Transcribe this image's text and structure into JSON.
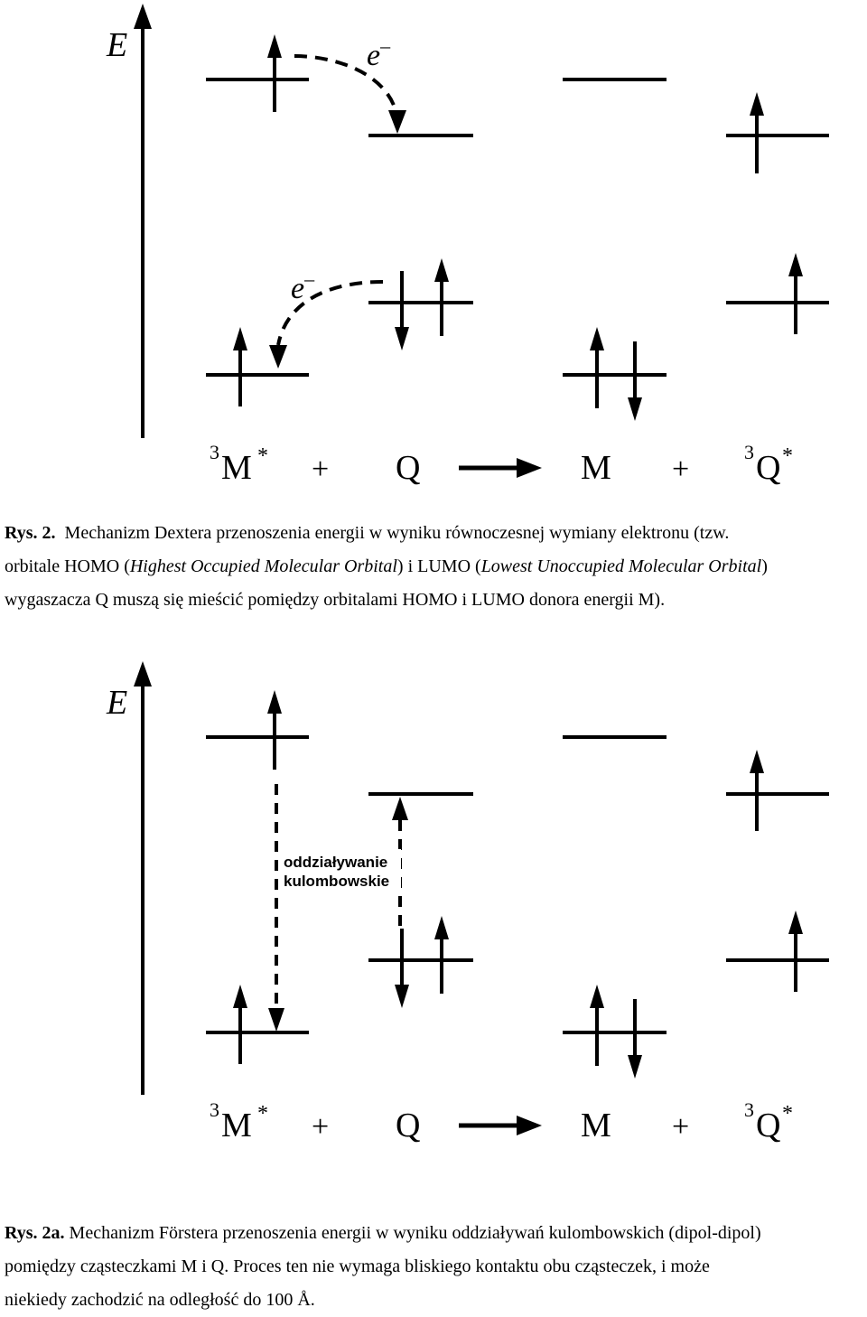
{
  "figure1": {
    "axis_label": "E",
    "electron_label_top": "e",
    "electron_label_bottom": "e",
    "electron_sup": "–",
    "equation": {
      "m_sup": "3",
      "m": "M",
      "m_star": "*",
      "plus1": "+",
      "q": "Q",
      "m2": "M",
      "plus2": "+",
      "q_sup": "3",
      "q2": "Q",
      "q_star": "*"
    }
  },
  "caption1": {
    "label": "Rys.  2.",
    "line1": "Mechanizm Dextera przenoszenia energii w wyniku równoczesnej wymiany elektronu (tzw.",
    "line2_a": "orbitale HOMO (",
    "line2_b": "Highest Occupied Molecular Orbital",
    "line2_c": ") i LUMO (",
    "line2_d": "Lowest Unoccupied Molecular Orbital",
    "line2_e": ")",
    "line3": "wygaszacza Q muszą się mieścić pomiędzy orbitalami HOMO i LUMO donora energii M)."
  },
  "figure2": {
    "axis_label": "E",
    "interaction_label_1": "oddziaływanie",
    "interaction_label_2": "kulombowskie",
    "equation": {
      "m_sup": "3",
      "m": "M",
      "m_star": "*",
      "plus1": "+",
      "q": "Q",
      "m2": "M",
      "plus2": "+",
      "q_sup": "3",
      "q2": "Q",
      "q_star": "*"
    }
  },
  "caption2": {
    "label": "Rys.  2a.",
    "line1": "Mechanizm Förstera przenoszenia energii w wyniku oddziaływań kulombowskich (dipol-dipol)",
    "line2": "pomiędzy cząsteczkami M i Q.  Proces ten nie wymaga bliskiego kontaktu obu cząsteczek, i może",
    "line3": "niekiedy zachodzić na odległość do 100 Å."
  }
}
